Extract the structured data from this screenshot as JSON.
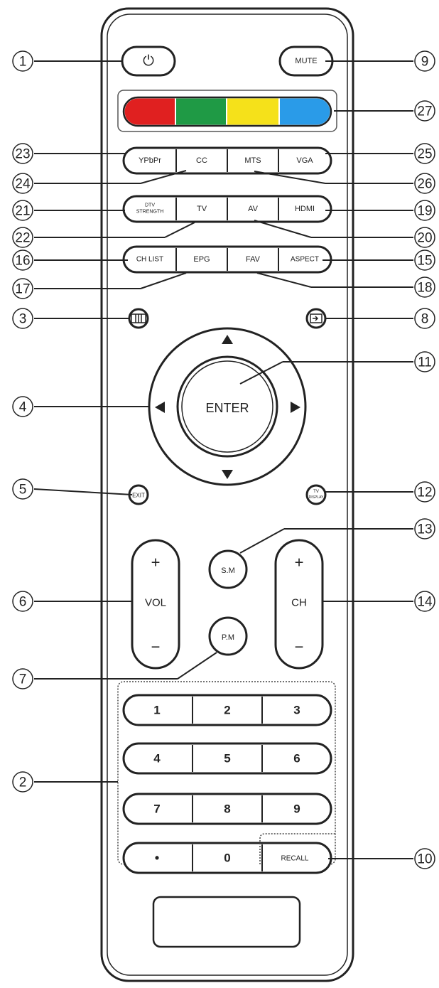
{
  "buttons": {
    "power_symbol": "⏻",
    "mute": "MUTE",
    "row1": [
      "YPbPr",
      "CC",
      "MTS",
      "VGA"
    ],
    "row2_dtv_line1": "DTV",
    "row2_dtv_line2": "STRENGTH",
    "row2": [
      "TV",
      "AV",
      "HDMI"
    ],
    "row3": [
      "CH LIST",
      "EPG",
      "FAV",
      "ASPECT"
    ],
    "enter": "ENTER",
    "exit": "EXIT",
    "tv_display_line1": "TV",
    "tv_display_line2": "DISPLAY",
    "sm": "S.M",
    "pm": "P.M",
    "vol_label": "VOL",
    "ch_label": "CH",
    "plus": "+",
    "minus": "−",
    "keypad": [
      "1",
      "2",
      "3",
      "4",
      "5",
      "6",
      "7",
      "8",
      "9",
      "•",
      "0",
      "RECALL"
    ]
  },
  "color_keys": [
    "#e02020",
    "#1f9a45",
    "#f5e11a",
    "#2a9be8"
  ],
  "power_color": "#e02020",
  "mute_color": "#1f9a45",
  "callouts": {
    "c1": "1",
    "c2": "2",
    "c3": "3",
    "c4": "4",
    "c5": "5",
    "c6": "6",
    "c7": "7",
    "c8": "8",
    "c9": "9",
    "c10": "10",
    "c11": "11",
    "c12": "12",
    "c13": "13",
    "c14": "14",
    "c15": "15",
    "c16": "16",
    "c17": "17",
    "c18": "18",
    "c19": "19",
    "c20": "20",
    "c21": "21",
    "c22": "22",
    "c23": "23",
    "c24": "24",
    "c25": "25",
    "c26": "26",
    "c27": "27"
  }
}
